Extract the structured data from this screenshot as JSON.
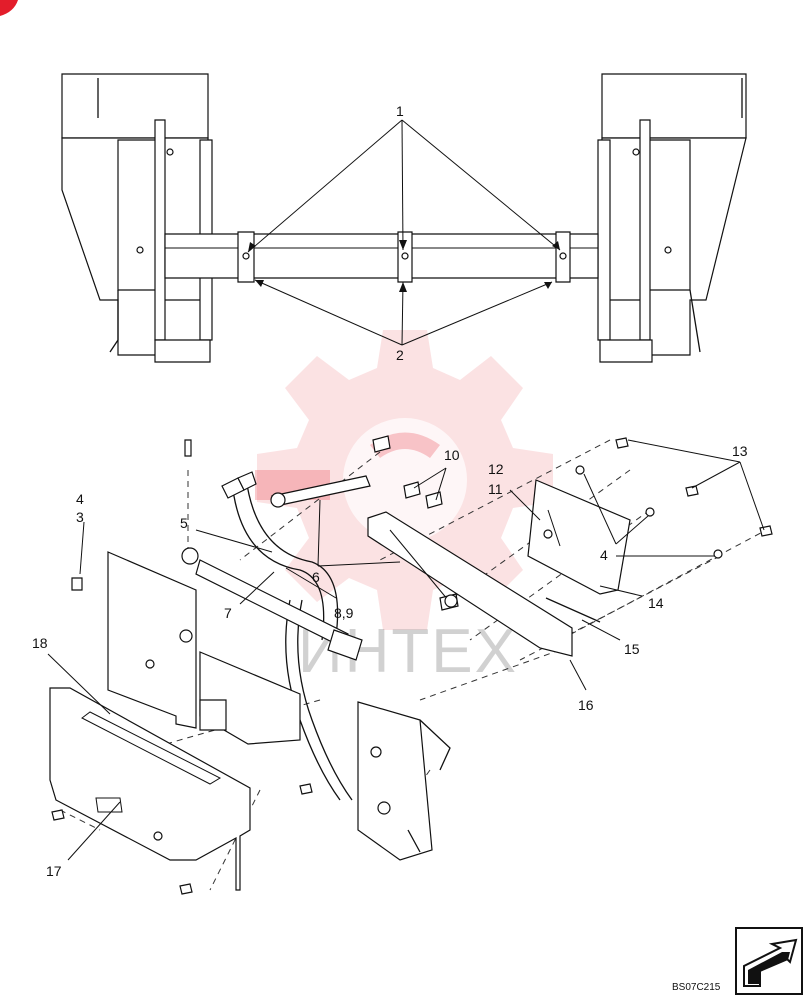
{
  "watermark": {
    "text": "ИНТЕХ",
    "gear_color": "#e8424a"
  },
  "callouts": [
    {
      "id": "c1",
      "text": "1"
    },
    {
      "id": "c2",
      "text": "2"
    },
    {
      "id": "c4a",
      "text": "4"
    },
    {
      "id": "c3",
      "text": "3"
    },
    {
      "id": "c5",
      "text": "5"
    },
    {
      "id": "c7",
      "text": "7"
    },
    {
      "id": "c6",
      "text": "6"
    },
    {
      "id": "c89",
      "text": "8,9"
    },
    {
      "id": "c10",
      "text": "10"
    },
    {
      "id": "c12",
      "text": "12"
    },
    {
      "id": "c11",
      "text": "11"
    },
    {
      "id": "c13",
      "text": "13"
    },
    {
      "id": "c4b",
      "text": "4"
    },
    {
      "id": "c14",
      "text": "14"
    },
    {
      "id": "c15",
      "text": "15"
    },
    {
      "id": "c16",
      "text": "16"
    },
    {
      "id": "c18",
      "text": "18"
    },
    {
      "id": "c17",
      "text": "17"
    }
  ],
  "figure_code": "BS07C215",
  "nav_icon": "next-page-arrow-icon"
}
